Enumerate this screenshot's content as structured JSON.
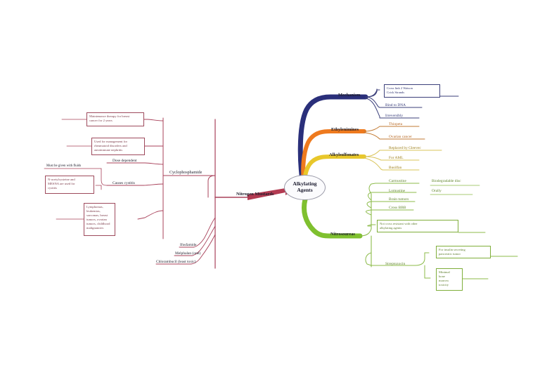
{
  "document": {
    "type": "mind-map",
    "title": "Alkylating Agents",
    "background": "#ffffff"
  },
  "center": {
    "line1": "Alkylating",
    "line2": "Agents"
  },
  "colors": {
    "nitrogen_mustards": "#b33b52",
    "mechanism": "#2a2f7a",
    "ethylenimines": "#ee7a1e",
    "alkylsulfonates": "#e8c72b",
    "nitrosoureas": "#7fc02f"
  },
  "branches": {
    "nitrogen_mustards": {
      "label": "Nitrogen Mustards",
      "color": "#b33b52",
      "children": [
        {
          "label": "Cyclophosphamide",
          "children": [
            {
              "label": "Maintenance therapy for breast cancer for 2 years",
              "boxed": true
            },
            {
              "label": "Used for management for rheumatoid disorders and autoimmune nephritis",
              "boxed": true
            },
            {
              "label": "Dose dependent",
              "boxed": false
            },
            {
              "label": "Causes cystitis",
              "boxed": false,
              "children": [
                {
                  "label": "Must be given with fluids",
                  "boxed": false
                },
                {
                  "label": "N-acetylcysteine and MESNA are used for cystitis",
                  "boxed": true
                }
              ]
            },
            {
              "label": "Lymphomas, leukemias, sarcomas, breast tumors, ovarian tumors, childhood malignancies",
              "boxed": true
            }
          ]
        },
        {
          "label": "Ifosfamide",
          "boxed": false
        },
        {
          "label": "Melphalan (oral)",
          "boxed": false
        },
        {
          "label": "Chlorambucil (least toxic)",
          "boxed": false
        }
      ]
    },
    "mechanism": {
      "label": "Mechanism",
      "color": "#2a2f7a",
      "children": [
        {
          "label": "Cross link 2 Watson Crick Strands",
          "boxed": true
        },
        {
          "label": "Bind to DNA",
          "boxed": false
        },
        {
          "label": "Irreversibly",
          "boxed": false
        }
      ]
    },
    "ethylenimines": {
      "label": "Ethylenimines",
      "color": "#ee7a1e",
      "children": [
        {
          "label": "Thiopeta",
          "boxed": false
        },
        {
          "label": "Ovarian cancer",
          "boxed": false
        }
      ]
    },
    "alkylsulfonates": {
      "label": "Alkylsulfonates",
      "color": "#e8c72b",
      "children": [
        {
          "label": "Replaced by Gleevec",
          "boxed": false
        },
        {
          "label": "For AML",
          "boxed": false
        },
        {
          "label": "Busilfan",
          "boxed": false
        }
      ]
    },
    "nitrosoureas": {
      "label": "Nitrosoureas",
      "color": "#7fc02f",
      "children": [
        {
          "label": "Carmustine",
          "boxed": false,
          "children": [
            {
              "label": "Biodegradable disc",
              "boxed": false
            }
          ]
        },
        {
          "label": "Lomustine",
          "boxed": false,
          "children": [
            {
              "label": "Orally",
              "boxed": false
            }
          ]
        },
        {
          "label": "Brain tumors",
          "boxed": false
        },
        {
          "label": "Cross BBB",
          "boxed": false
        },
        {
          "label": "Not cross resistant with other alkylating agents",
          "boxed": true
        },
        {
          "label": "Streptozocin",
          "boxed": false,
          "children": [
            {
              "label": "For insulin secreting pancreatic tumor",
              "boxed": true
            },
            {
              "label": "Minimal bone marrow toxicity",
              "boxed": true
            }
          ]
        }
      ]
    }
  },
  "text": {
    "nitrogen_mustards": "Nitrogen Mustards",
    "cyclophosphamide": "Cyclophosphamide",
    "maintenance_l1": "Maintenance therapy for breast",
    "maintenance_l2": "cancer for 2 years",
    "rheumatoid_l1": "Used for management for",
    "rheumatoid_l2": "rheumatoid disorders and",
    "rheumatoid_l3": "autoimmune nephritis",
    "dose_dependent": "Dose dependent",
    "causes_cystitis": "Causes cystitis",
    "must_fluids": "Must be given with fluids",
    "mesna_l1": "N-acetylcysteine and",
    "mesna_l2": "MESNA are used for",
    "mesna_l3": "cystitis",
    "indications_l1": "Lymphomas,",
    "indications_l2": "leukemias,",
    "indications_l3": "sarcomas, breast",
    "indications_l4": "tumors, ovarian",
    "indications_l5": "tumors, childhood",
    "indications_l6": "malignancies",
    "ifosfamide": "Ifosfamide",
    "melphalan": "Melphalan (oral)",
    "chlorambucil": "Chlorambucil (least toxic)",
    "mechanism": "Mechanism",
    "crosslink_l1": "Cross link 2 Watson",
    "crosslink_l2": "Crick Strands",
    "bind_dna": "Bind to DNA",
    "irreversibly": "Irreversibly",
    "ethylenimines": "Ethylenimines",
    "thiopeta": "Thiopeta",
    "ovarian_cancer": "Ovarian cancer",
    "alkylsulfonates": "Alkylsulfonates",
    "replaced_gleevec": "Replaced by Gleevec",
    "for_aml": "For AML",
    "busilfan": "Busilfan",
    "nitrosoureas": "Nitrosoureas",
    "carmustine": "Carmustine",
    "biodegradable": "Biodegradable disc",
    "lomustine": "Lomustine",
    "orally": "Orally",
    "brain_tumors": "Brain tumors",
    "cross_bbb": "Cross BBB",
    "notcross_l1": "Not cross resistant with other",
    "notcross_l2": "alkylating agents",
    "streptozocin": "Streptozocin",
    "insulin_l1": "For insulin secreting",
    "insulin_l2": "pancreatic tumor",
    "marrow_l1": "Minimal",
    "marrow_l2": "bone",
    "marrow_l3": "marrow",
    "marrow_l4": "toxicity"
  }
}
